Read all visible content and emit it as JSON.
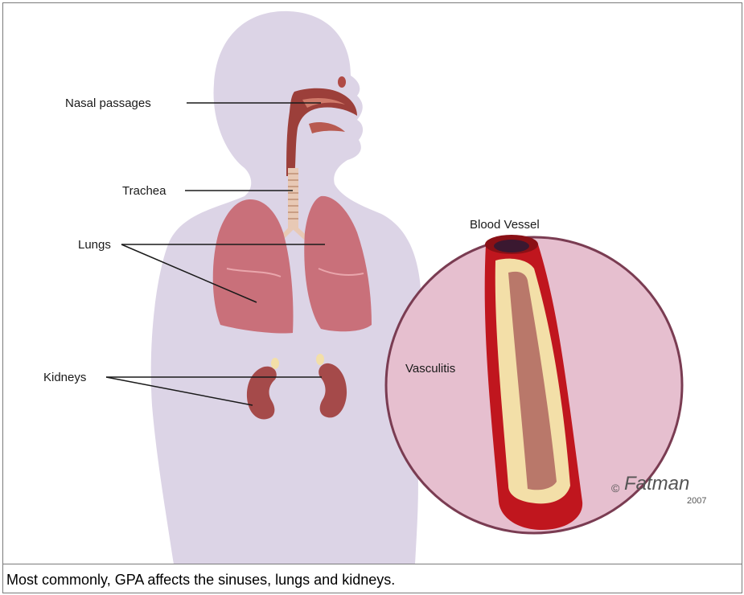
{
  "figure": {
    "labels": {
      "nasal": "Nasal passages",
      "trachea": "Trachea",
      "lungs": "Lungs",
      "kidneys": "Kidneys",
      "blood_vessel": "Blood Vessel",
      "vasculitis": "Vasculitis"
    },
    "signature": {
      "text": "Fatman",
      "copyright": "©",
      "year": "2007"
    },
    "colors": {
      "body": "#dcd4e6",
      "lung": "#c9707a",
      "kidney": "#a54a4a",
      "vessel": "#c0161e",
      "inset_bg": "#e6bfcf",
      "plaque": "#f3dfa8"
    }
  },
  "caption": "Most commonly, GPA affects the sinuses, lungs and kidneys."
}
